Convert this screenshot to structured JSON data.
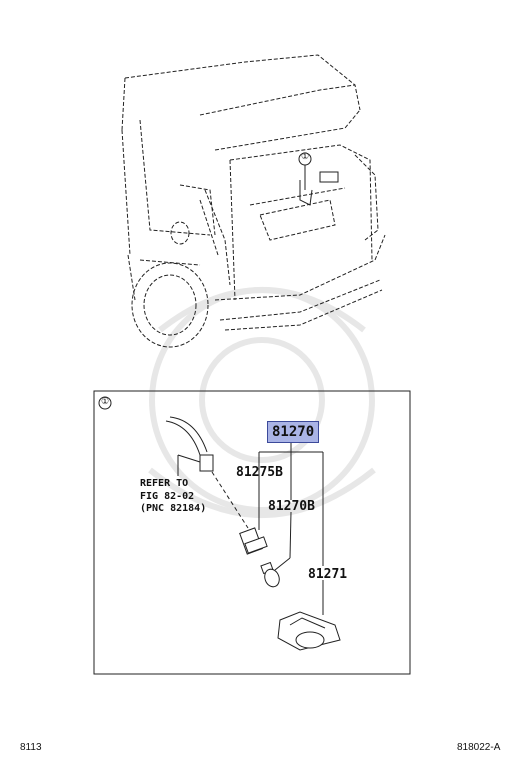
{
  "callout_marker": "①",
  "parts": {
    "main": "81270",
    "socket": "81275B",
    "bulb": "81270B",
    "lamp": "81271"
  },
  "reference": {
    "line1": "REFER TO",
    "line2": "FIG 82-02",
    "line3": "(PNC 82184)"
  },
  "footer": {
    "left": "8113",
    "right": "818022-A"
  },
  "colors": {
    "highlight": "#aab4e6",
    "line": "#222222"
  }
}
